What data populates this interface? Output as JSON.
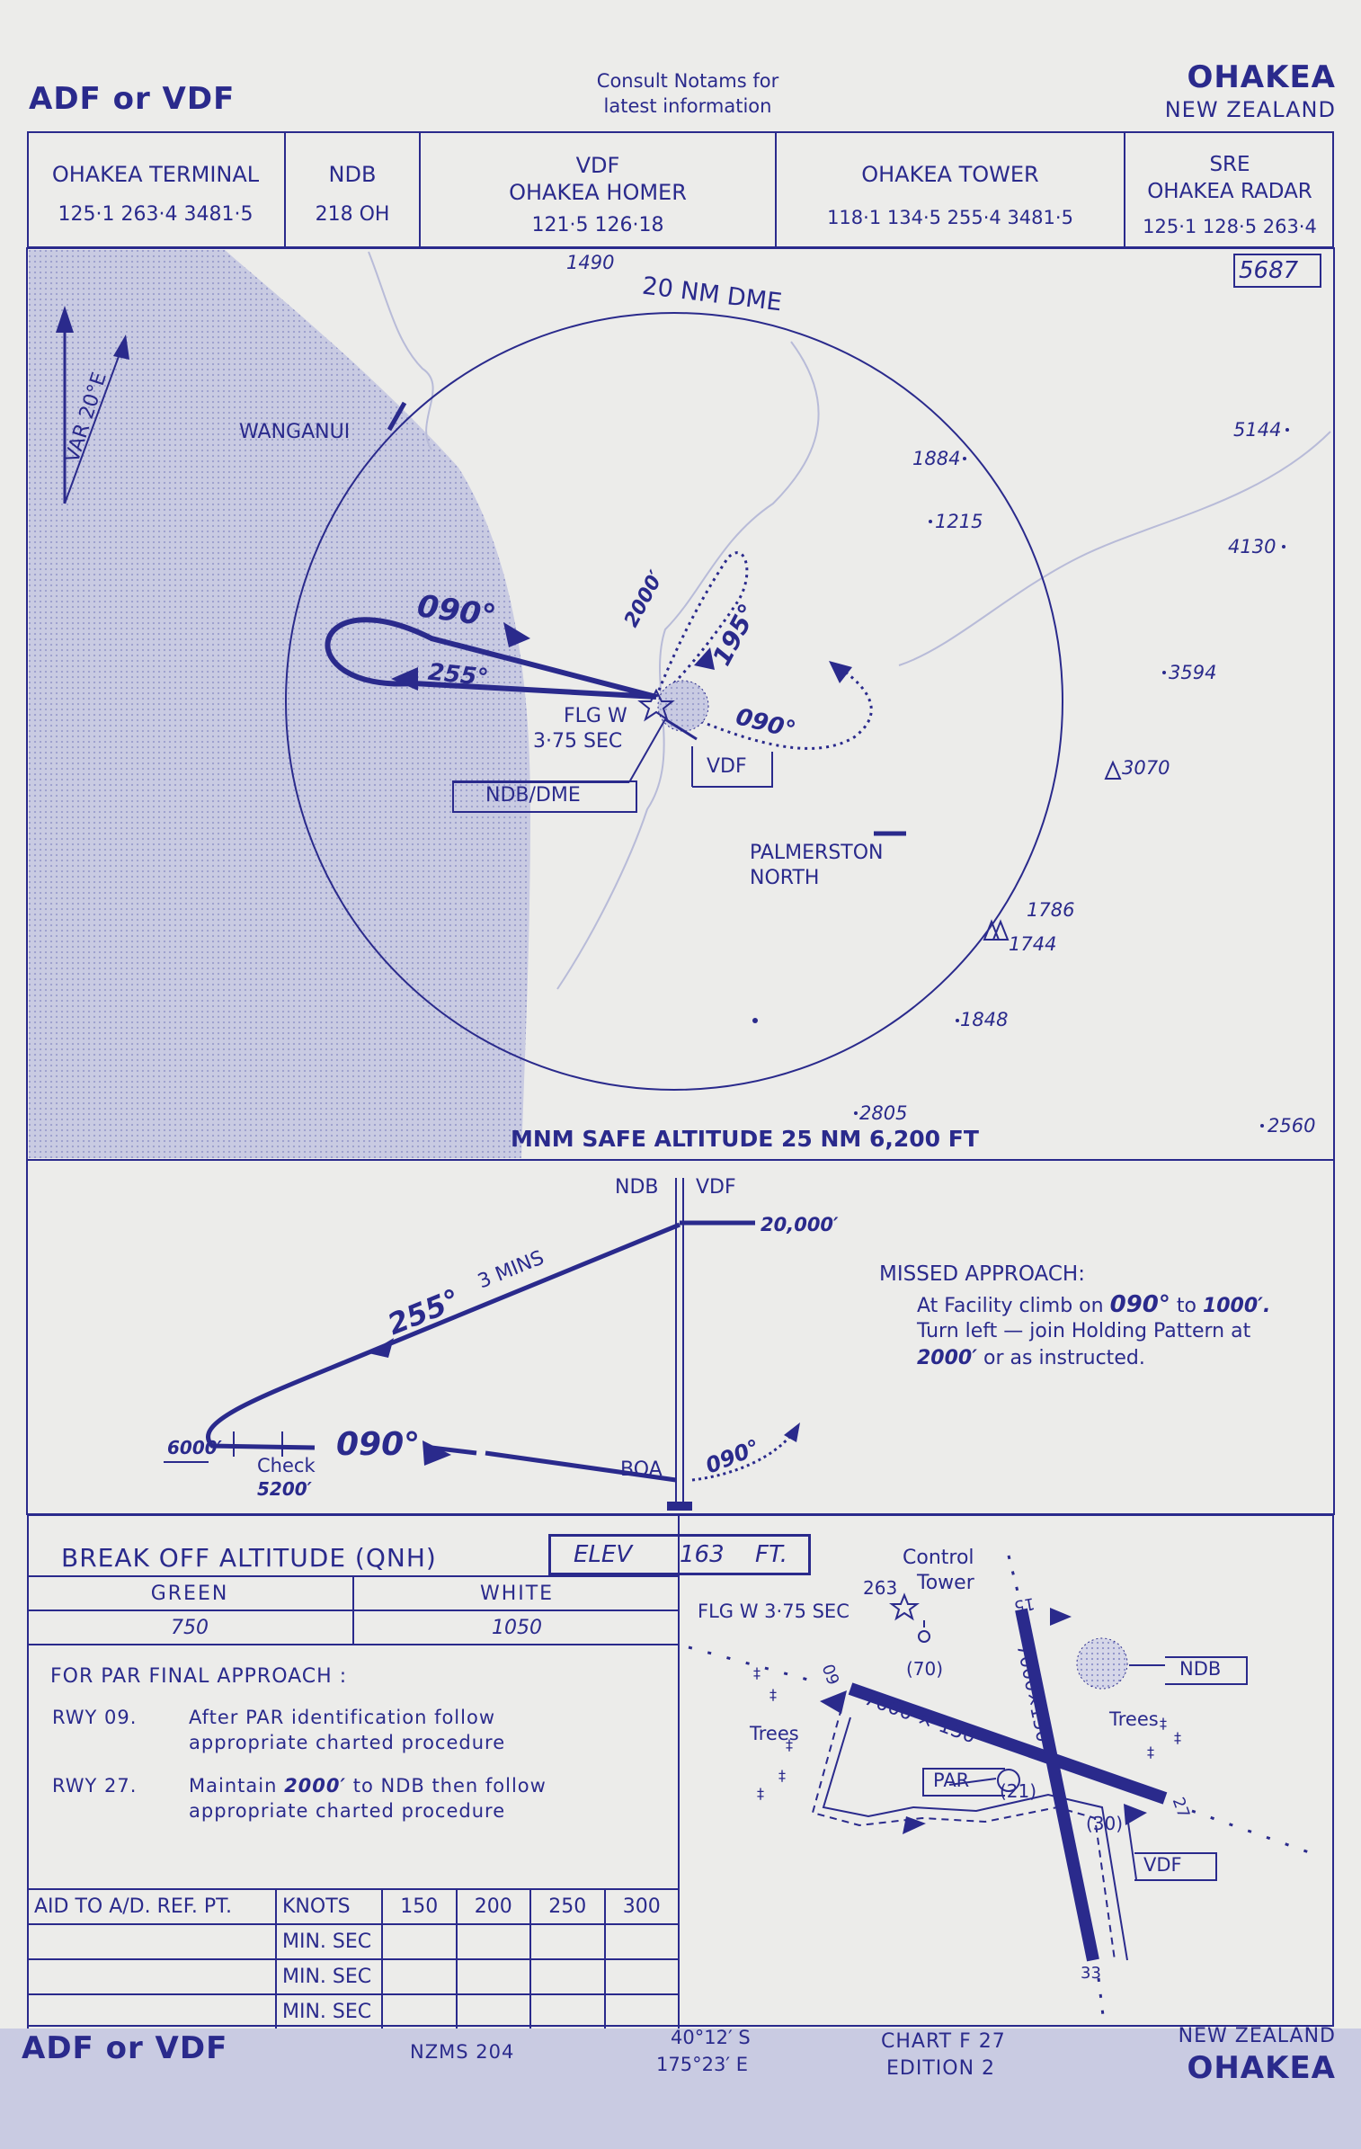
{
  "header": {
    "title_left": "ADF or VDF",
    "notice_line1": "Consult Notams for",
    "notice_line2": "latest information",
    "place": "OHAKEA",
    "country": "NEW ZEALAND"
  },
  "frequencies": [
    {
      "name": "OHAKEA TERMINAL",
      "values": "125·1   263·4   3481·5"
    },
    {
      "name": "NDB",
      "values": "218  OH"
    },
    {
      "name": "VDF",
      "name2": "OHAKEA  HOMER",
      "values": "121·5        126·18"
    },
    {
      "name": "OHAKEA  TOWER",
      "values": "118·1   134·5  255·4  3481·5"
    },
    {
      "name": "SRE",
      "name2": "OHAKEA  RADAR",
      "values": "125·1   128·5  263·4"
    }
  ],
  "plan": {
    "dme_label": "20 NM DME",
    "var_label": "VAR 20°E",
    "wanganui": "WANGANUI",
    "palmerston_1": "PALMERSTON",
    "palmerston_2": "NORTH",
    "flg_1": "FLG W",
    "flg_2": "3·75 SEC",
    "ndb_dme": "NDB/DME",
    "vdf": "VDF",
    "inbound": "090°",
    "outbound": "255°",
    "hold_alt": "2000′",
    "hold_course": "195°",
    "missed_course": "090°",
    "max_elev": "5687",
    "elevations": [
      "1490",
      "1884",
      "1215",
      "5144",
      "4130",
      "3594",
      "3070",
      "1786",
      "1744",
      "1848",
      "2805",
      "2560"
    ],
    "msa": "MNM SAFE ALTITUDE 25 NM  6,200 FT"
  },
  "profile": {
    "ndb": "NDB",
    "vdf": "VDF",
    "top_alt": "20,000′",
    "mins": "3  MINS",
    "outbound": "255°",
    "inbound": "090°",
    "min_alt": "6000′",
    "check_1": "Check",
    "check_2": "5200′",
    "boa": "BOA",
    "missed_course": "090°",
    "missed_title": "MISSED APPROACH:",
    "missed_1a": "At Facility climb on ",
    "missed_1b": "090°",
    "missed_1c": " to ",
    "missed_1d": "1000′.",
    "missed_2": "Turn left — join Holding Pattern at",
    "missed_3a": "2000′",
    "missed_3b": " or as instructed."
  },
  "minima": {
    "boa_title": "BREAK OFF ALTITUDE (QNH)",
    "elev_label": "ELEV",
    "elev_value": "163",
    "elev_unit": "FT.",
    "green": "GREEN",
    "white": "WHITE",
    "green_val": "750",
    "white_val": "1050",
    "par_title": "FOR PAR FINAL APPROACH :",
    "rwy09_label": "RWY  09.",
    "rwy09_1": "After PAR identification follow",
    "rwy09_2": "appropriate  charted  procedure",
    "rwy27_label": "RWY  27.",
    "rwy27_1a": "Maintain ",
    "rwy27_1b": "2000′",
    "rwy27_1c": " to NDB then follow",
    "rwy27_2": "appropriate  charted  procedure"
  },
  "timing_table": {
    "header": [
      "AID TO A/D. REF. PT.",
      "KNOTS",
      "150",
      "200",
      "250",
      "300"
    ],
    "rows": [
      [
        "",
        "MIN. SEC",
        "",
        "",
        "",
        ""
      ],
      [
        "",
        "MIN. SEC",
        "",
        "",
        "",
        ""
      ],
      [
        "",
        "MIN. SEC",
        "",
        "",
        "",
        ""
      ]
    ]
  },
  "aerodrome": {
    "control_tower": "Control",
    "control_tower2": "Tower",
    "tower_elev": "263",
    "flg": "FLG W 3·75 SEC",
    "trees_l": "Trees",
    "trees_r": "Trees",
    "ndb": "NDB",
    "par": "PAR",
    "vdf": "VDF",
    "rwy_dim1": "7000 × 150",
    "rwy_dim2": "7000×150",
    "n70": "(70)",
    "n21": "(21)",
    "n30": "(30)",
    "r09": "09",
    "r27": "27",
    "r15": "15",
    "r33": "33"
  },
  "footer": {
    "title_left": "ADF or VDF",
    "nzms": "NZMS  204",
    "lat": "40°12′ S",
    "lon": "175°23′ E",
    "chart": "CHART F 27",
    "edition": "EDITION 2",
    "country": "NEW ZEALAND",
    "place": "OHAKEA"
  }
}
